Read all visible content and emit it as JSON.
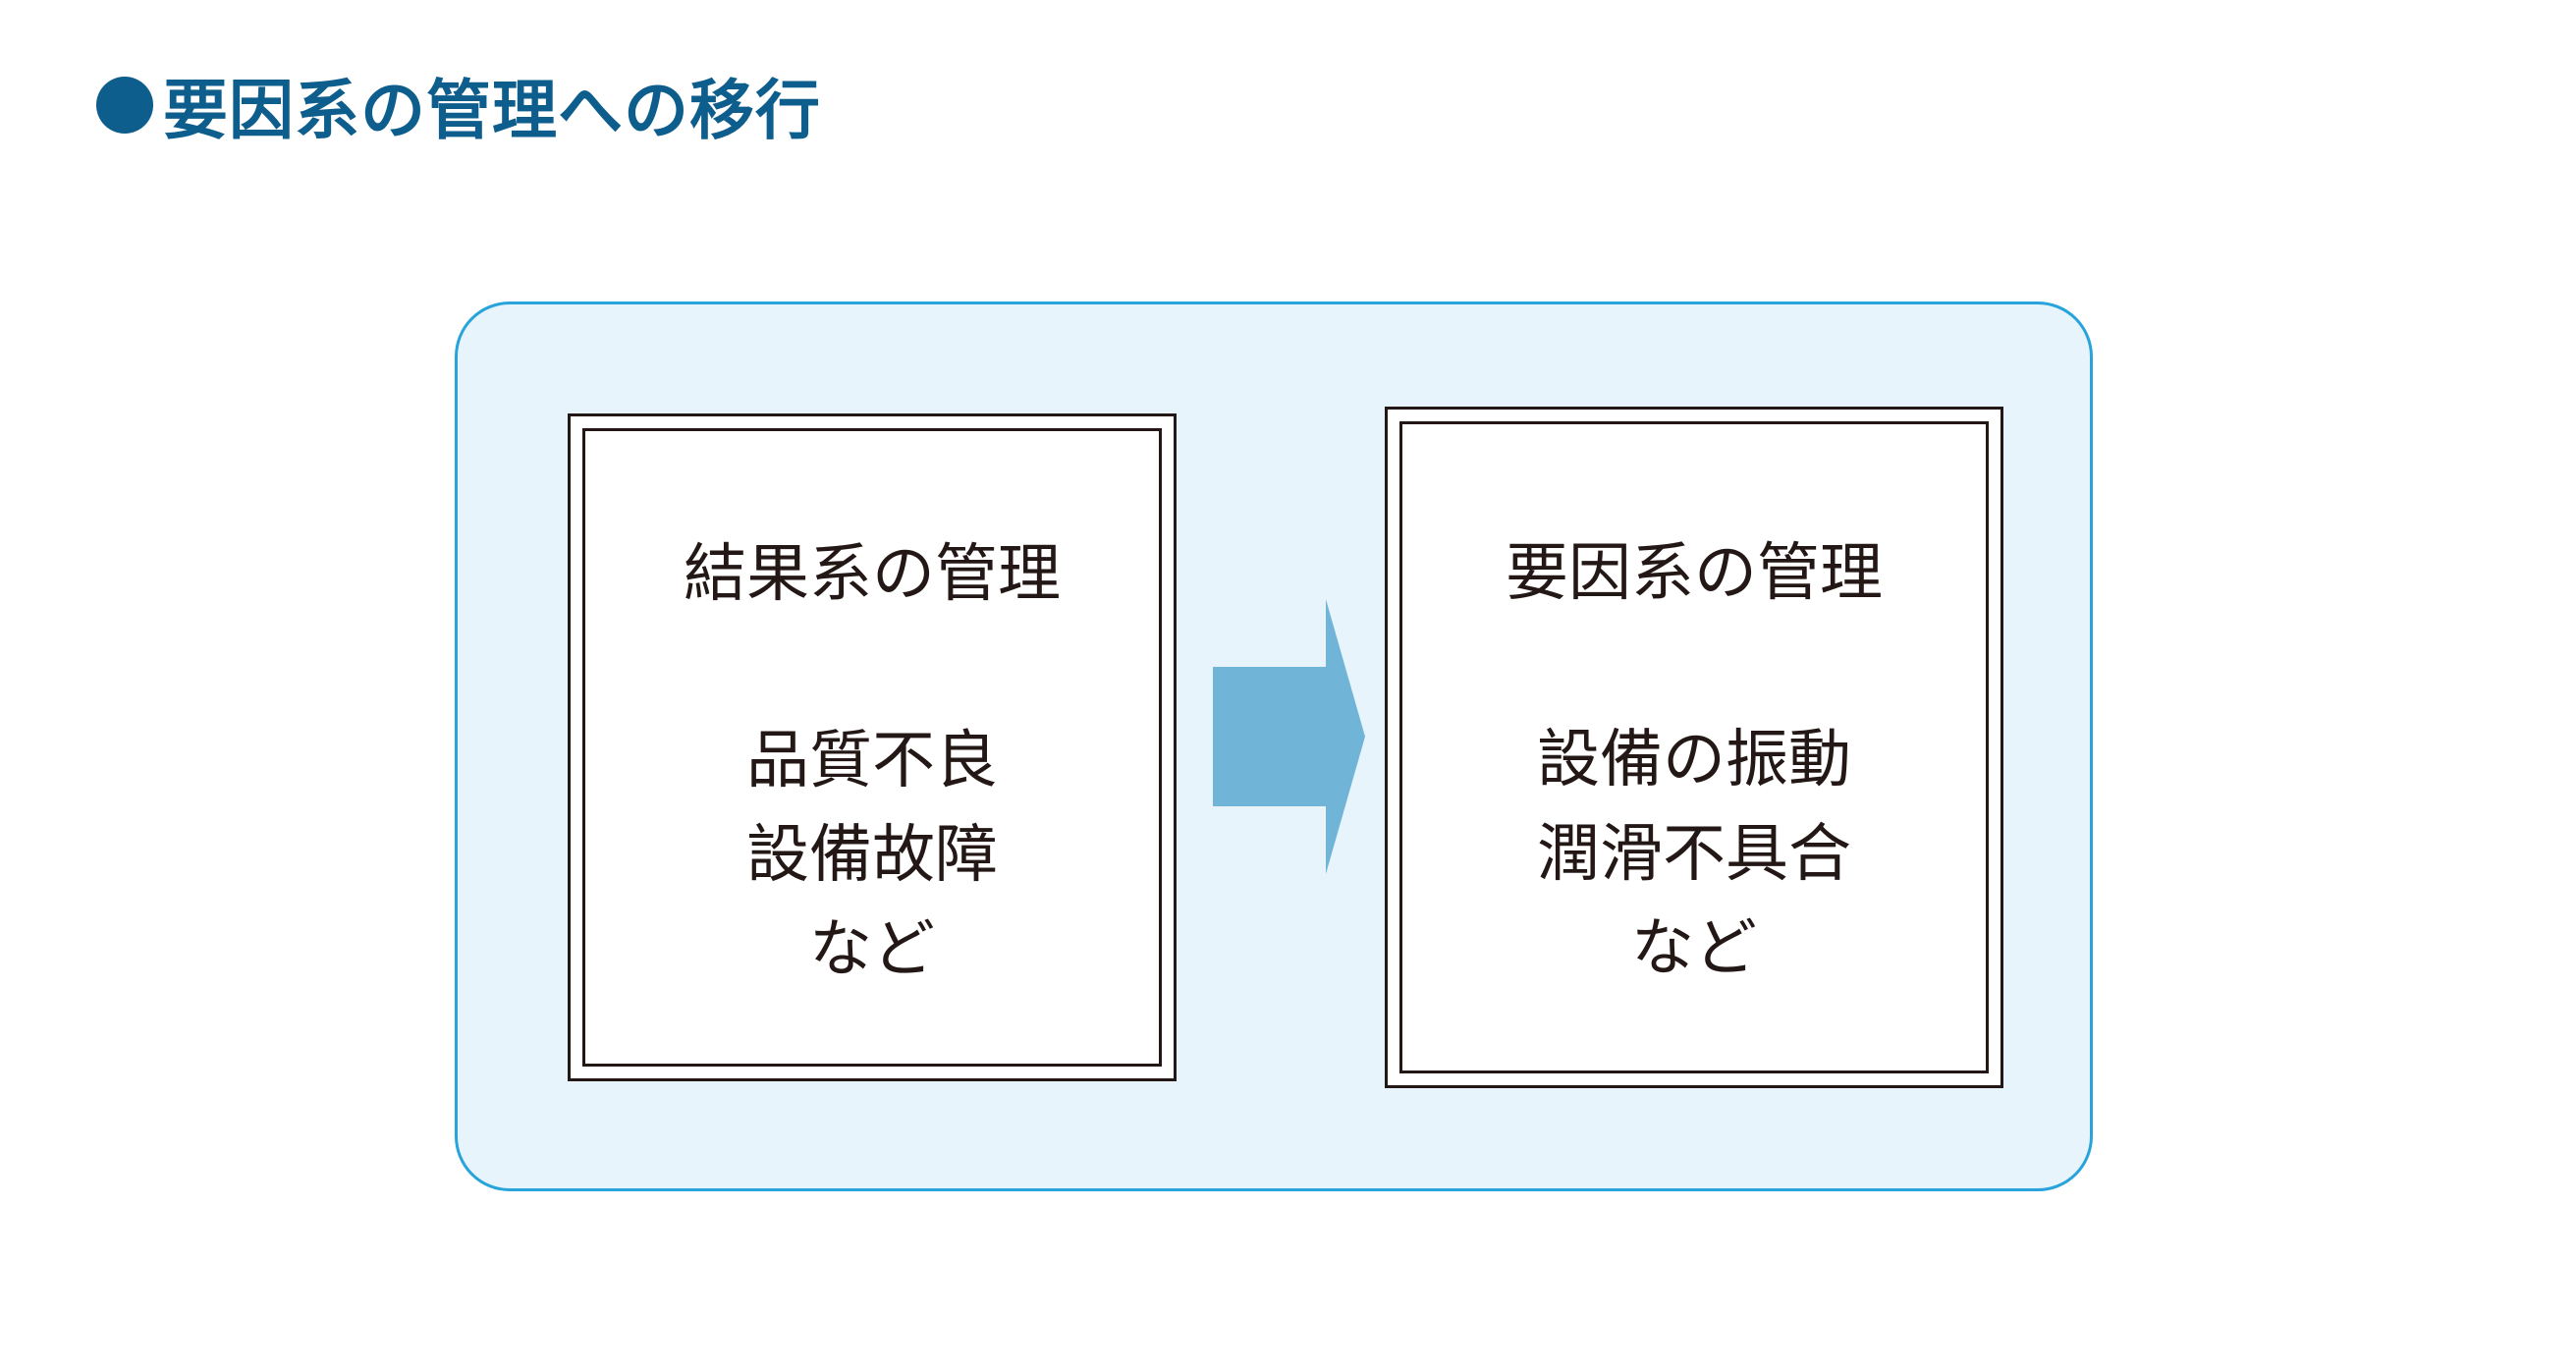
{
  "title": {
    "text": "要因系の管理への移行"
  },
  "left_box": {
    "heading": "結果系の管理",
    "lines": [
      "品質不良",
      "設備故障",
      "など"
    ]
  },
  "right_box": {
    "heading": "要因系の管理",
    "lines": [
      "設備の振動",
      "潤滑不具合",
      "など"
    ]
  },
  "colors": {
    "title": "#0e5e8d",
    "panel_fill": "#e7f4fc",
    "panel_border": "#29a3dc",
    "arrow": "#70b5d7",
    "box_border": "#231815"
  }
}
